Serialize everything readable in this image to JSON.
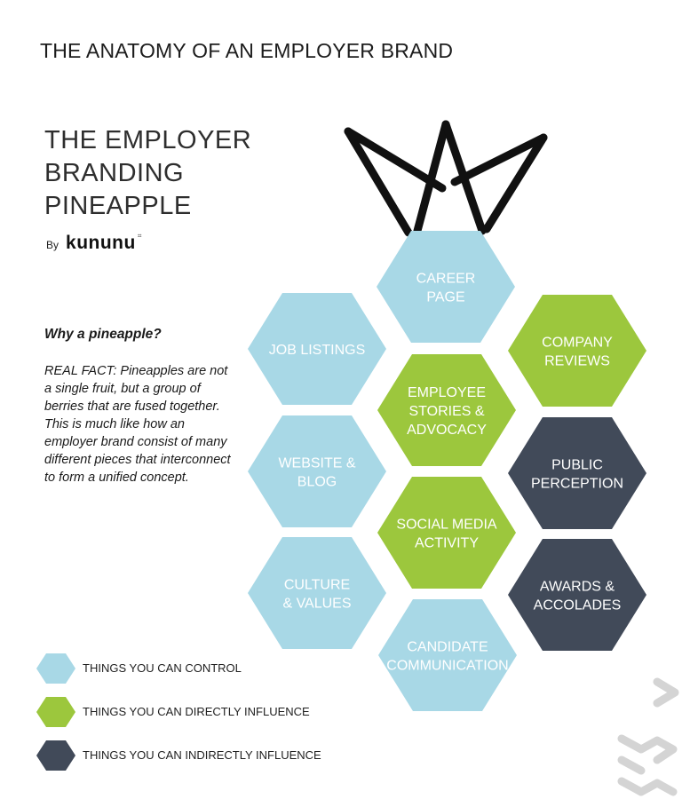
{
  "header": "THE ANATOMY OF AN EMPLOYER BRAND",
  "title_lines": [
    "THE EMPLOYER",
    "BRANDING",
    "PINEAPPLE"
  ],
  "byline": {
    "by": "By",
    "logo": "kununu"
  },
  "why": "Why a pineapple?",
  "fact": "REAL FACT: Pineapples are not a single fruit, but a group of berries that are fused together. This is much like how an employer brand consist of many different pieces that interconnect to form a unified concept.",
  "colors": {
    "control": "#a8d8e6",
    "direct": "#9cc73d",
    "indirect": "#414a59",
    "crown": "#111111",
    "watermark": "#d4d4d4"
  },
  "hexagons": [
    {
      "id": "career-page",
      "lines": [
        "CAREER",
        "PAGE"
      ],
      "category": "control"
    },
    {
      "id": "job-listings",
      "lines": [
        "JOB LISTINGS"
      ],
      "category": "control"
    },
    {
      "id": "company-reviews",
      "lines": [
        "COMPANY",
        "REVIEWS"
      ],
      "category": "direct"
    },
    {
      "id": "employee-stories",
      "lines": [
        "EMPLOYEE",
        "STORIES &",
        "ADVOCACY"
      ],
      "category": "direct"
    },
    {
      "id": "website-blog",
      "lines": [
        "WEBSITE &",
        "BLOG"
      ],
      "category": "control"
    },
    {
      "id": "public-perception",
      "lines": [
        "PUBLIC",
        "PERCEPTION"
      ],
      "category": "indirect"
    },
    {
      "id": "social-media",
      "lines": [
        "SOCIAL MEDIA",
        "ACTIVITY"
      ],
      "category": "direct"
    },
    {
      "id": "culture-values",
      "lines": [
        "CULTURE",
        "& VALUES"
      ],
      "category": "control"
    },
    {
      "id": "awards-accolades",
      "lines": [
        "AWARDS &",
        "ACCOLADES"
      ],
      "category": "indirect"
    },
    {
      "id": "candidate-communication",
      "lines": [
        "CANDIDATE",
        "COMMUNICATION"
      ],
      "category": "control"
    }
  ],
  "legend": [
    {
      "category": "control",
      "label": "THINGS YOU CAN CONTROL"
    },
    {
      "category": "direct",
      "label": "THINGS YOU CAN DIRECTLY INFLUENCE"
    },
    {
      "category": "indirect",
      "label": "THINGS YOU CAN INDIRECTLY INFLUENCE"
    }
  ]
}
